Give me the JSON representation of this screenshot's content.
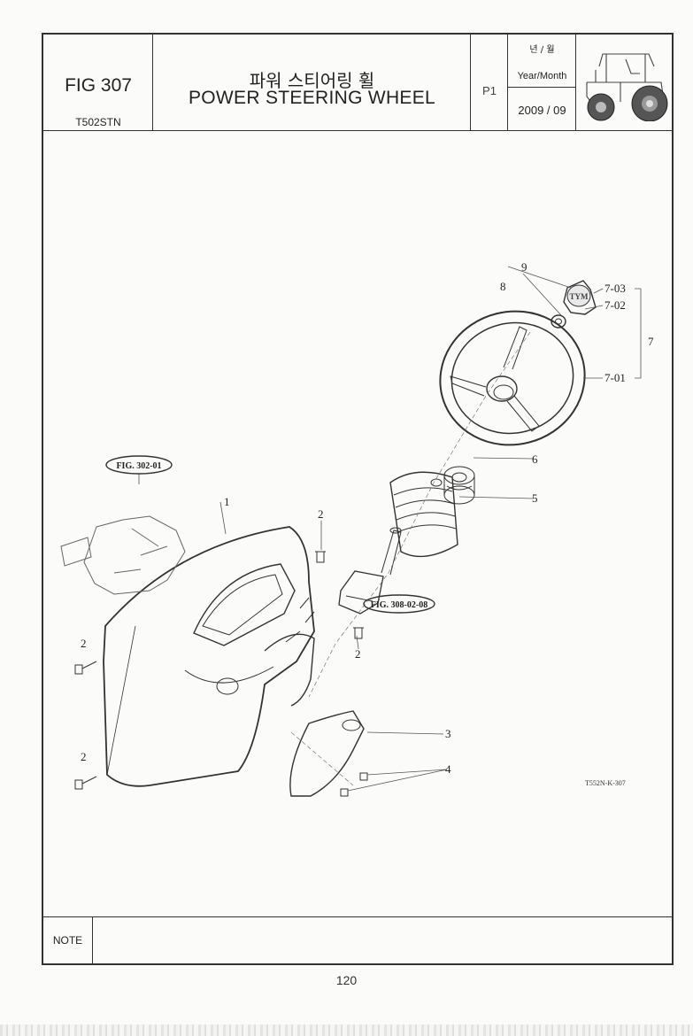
{
  "header": {
    "fig_number": "FIG 307",
    "model": "T502STN",
    "title_korean": "파워 스티어링 휠",
    "title_english": "POWER STEERING WHEEL",
    "page_ref": "P1",
    "date_label_korean": "년 / 월",
    "date_label": "Year/Month",
    "date_value": "2009 / 09"
  },
  "drawing": {
    "callouts": {
      "p1": "1",
      "p2a": "2",
      "p2b": "2",
      "p2c": "2",
      "p2d": "2",
      "p3": "3",
      "p4": "4",
      "p5": "5",
      "p6": "6",
      "p7": "7",
      "p7_01": "7-01",
      "p7_02": "7-02",
      "p7_03": "7-03",
      "p8": "8",
      "p9": "9"
    },
    "fig_refs": {
      "left": "FIG. 302-01",
      "right": "FIG. 308-02-08"
    },
    "cap_logo": "TYM",
    "drawing_code": "T552N-K-307"
  },
  "note": {
    "label": "NOTE",
    "text": ""
  },
  "footer": {
    "page_number": "120"
  }
}
